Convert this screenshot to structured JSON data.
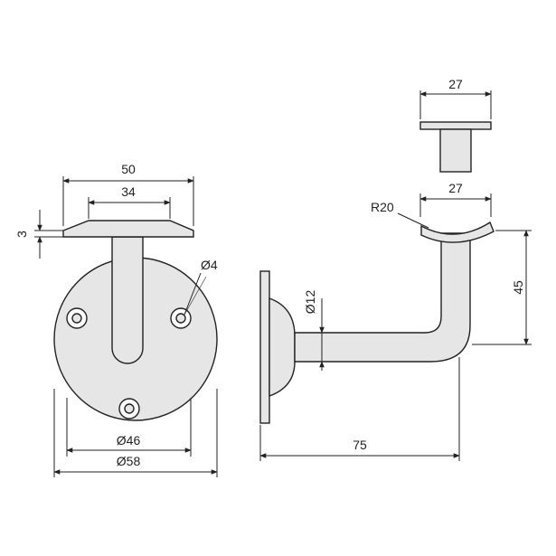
{
  "colors": {
    "part_fill": "#e6e6e6",
    "outline": "#222222",
    "background": "#ffffff"
  },
  "front_view": {
    "width_50": "50",
    "width_34": "34",
    "thickness_3": "3",
    "hole_dia": "Ø4",
    "pcd_46": "Ø46",
    "plate_dia_58": "Ø58"
  },
  "side_view": {
    "saddle_width_top": "27",
    "saddle_width": "27",
    "radius": "R20",
    "tube_dia": "Ø12",
    "height_45": "45",
    "projection_75": "75"
  }
}
